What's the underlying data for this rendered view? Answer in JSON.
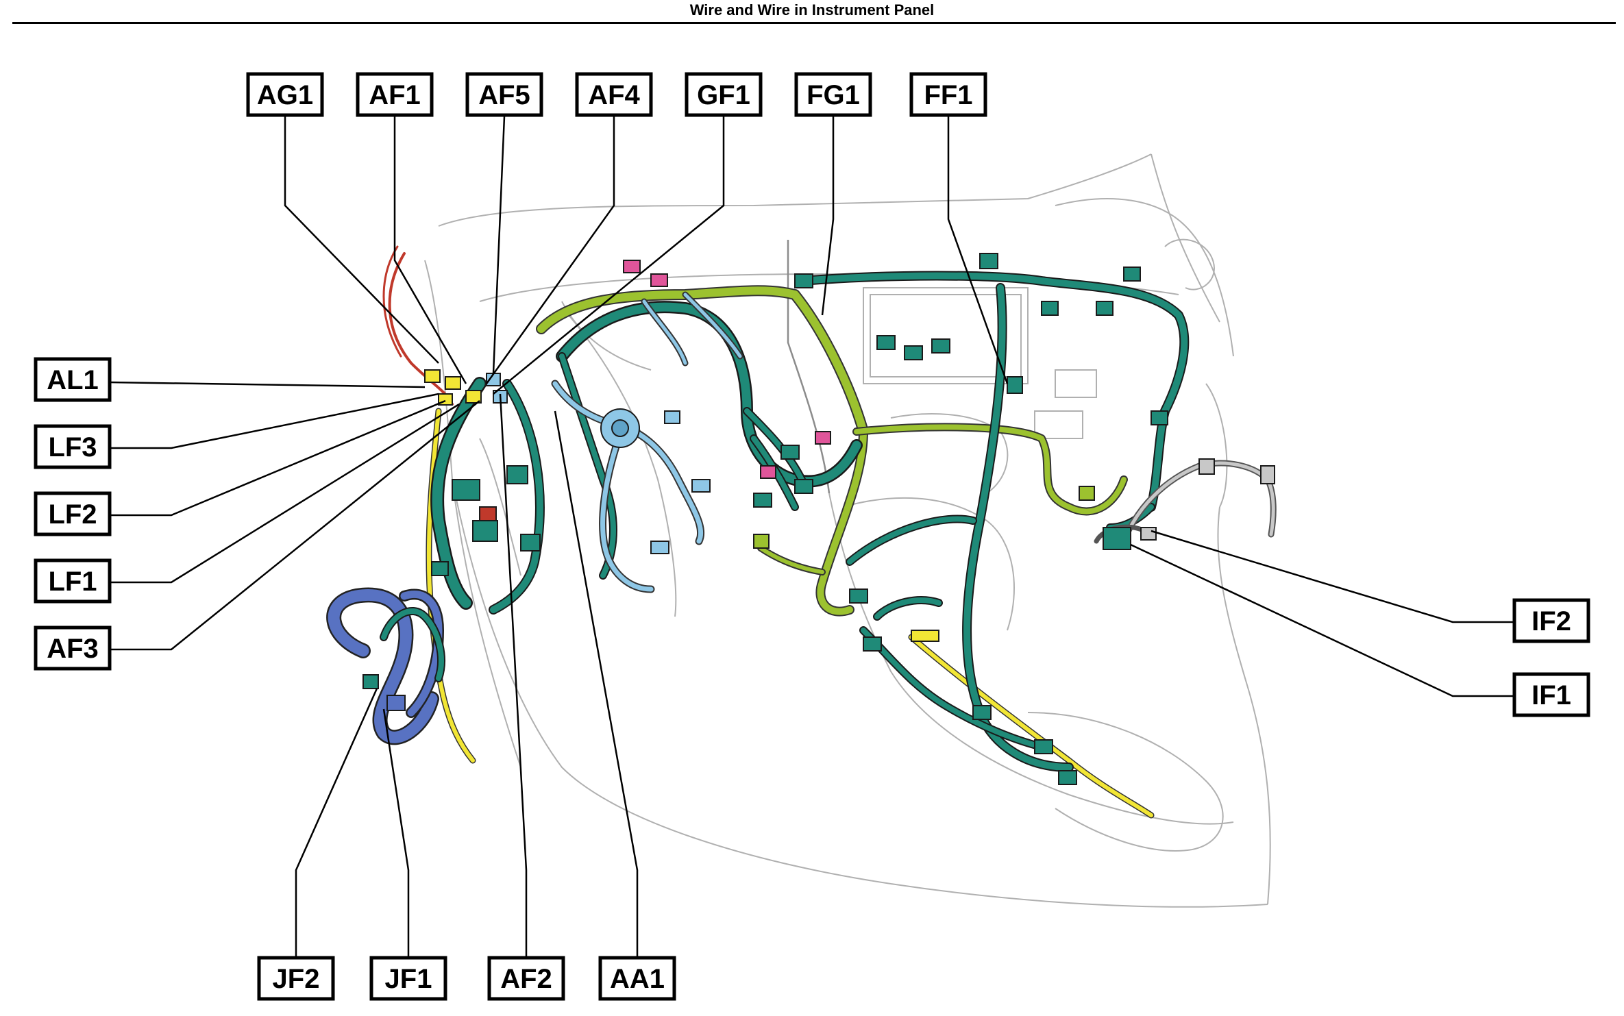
{
  "title": "Wire and Wire in Instrument Panel",
  "colors": {
    "harness_main": "#1f8a78",
    "harness_light": "#9cc22f",
    "harness_yellow": "#f2e635",
    "harness_blue": "#5872c2",
    "harness_lightblue": "#8ec7e6",
    "harness_pink": "#e0559a",
    "harness_red": "#c0392b",
    "outline_grey": "#b0b0b0"
  },
  "labels": [
    {
      "id": "AG1",
      "text": "AG1"
    },
    {
      "id": "AF1",
      "text": "AF1"
    },
    {
      "id": "AF5",
      "text": "AF5"
    },
    {
      "id": "AF4",
      "text": "AF4"
    },
    {
      "id": "GF1",
      "text": "GF1"
    },
    {
      "id": "FG1",
      "text": "FG1"
    },
    {
      "id": "FF1",
      "text": "FF1"
    },
    {
      "id": "AL1",
      "text": "AL1"
    },
    {
      "id": "LF3",
      "text": "LF3"
    },
    {
      "id": "LF2",
      "text": "LF2"
    },
    {
      "id": "LF1",
      "text": "LF1"
    },
    {
      "id": "AF3",
      "text": "AF3"
    },
    {
      "id": "IF2",
      "text": "IF2"
    },
    {
      "id": "IF1",
      "text": "IF1"
    },
    {
      "id": "JF2",
      "text": "JF2"
    },
    {
      "id": "JF1",
      "text": "JF1"
    },
    {
      "id": "AF2",
      "text": "AF2"
    },
    {
      "id": "AA1",
      "text": "AA1"
    }
  ]
}
